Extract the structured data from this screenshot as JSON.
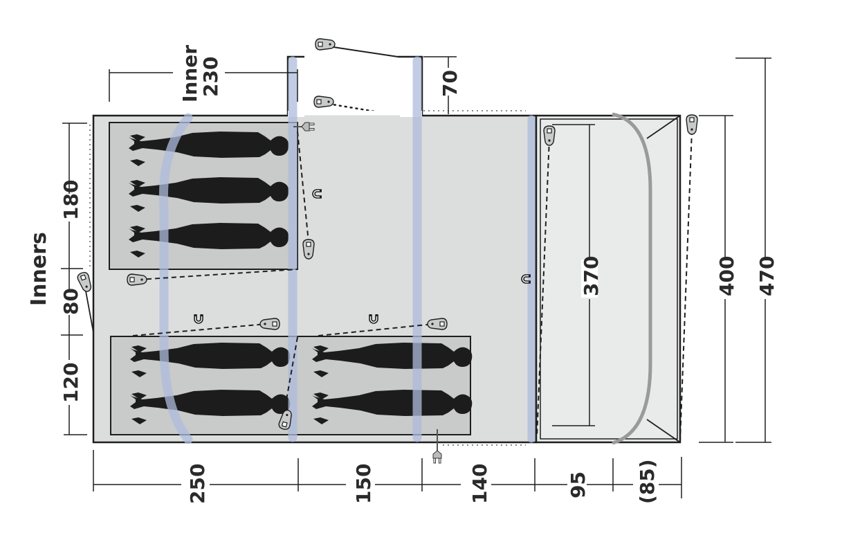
{
  "diagram": {
    "type": "tent floor plan",
    "colors": {
      "floor": "#dcdddd",
      "inner": "#c9caca",
      "porch": "#e9eaea",
      "pole": "#b7c3dd",
      "porch_pole": "#9a9a9a",
      "outline": "#1e1e1e",
      "silhouette": "#1c1c1c"
    },
    "labels": {
      "inner_label": "Inner",
      "inner_width": "230",
      "inners_label": "Inners",
      "canopy_depth": "70"
    },
    "left_dimensions": [
      "180",
      "80",
      "120"
    ],
    "bottom_dimensions": [
      "250",
      "150",
      "140",
      "95",
      "(85)"
    ],
    "right_dimensions": {
      "porch_inner": "370",
      "body_width": "400",
      "overall_width": "470"
    },
    "icons": {
      "peg": "peg-icon",
      "magnet": "magnet-icon",
      "power_plug": "power-plug-icon",
      "sleeper": "sleeper-silhouette"
    },
    "bedrooms": [
      {
        "name": "bedroom-top",
        "sleepers": 3
      },
      {
        "name": "bedroom-bottom-left",
        "sleepers": 2
      },
      {
        "name": "bedroom-bottom-right",
        "sleepers": 2
      }
    ]
  }
}
